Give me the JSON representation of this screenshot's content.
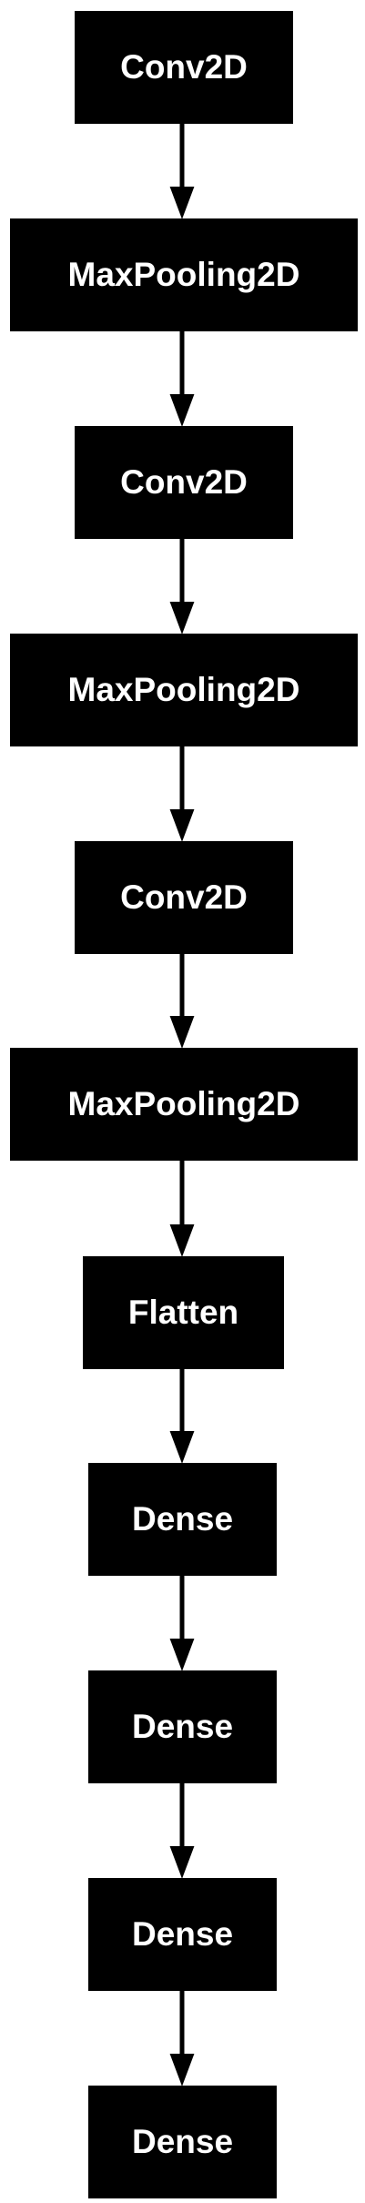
{
  "diagram": {
    "nodes": [
      {
        "id": "n1",
        "label": "Conv2D"
      },
      {
        "id": "n2",
        "label": "MaxPooling2D"
      },
      {
        "id": "n3",
        "label": "Conv2D"
      },
      {
        "id": "n4",
        "label": "MaxPooling2D"
      },
      {
        "id": "n5",
        "label": "Conv2D"
      },
      {
        "id": "n6",
        "label": "MaxPooling2D"
      },
      {
        "id": "n7",
        "label": "Flatten"
      },
      {
        "id": "n8",
        "label": "Dense"
      },
      {
        "id": "n9",
        "label": "Dense"
      },
      {
        "id": "n10",
        "label": "Dense"
      },
      {
        "id": "n11",
        "label": "Dense"
      }
    ],
    "edges": [
      {
        "from": "n1",
        "to": "n2"
      },
      {
        "from": "n2",
        "to": "n3"
      },
      {
        "from": "n3",
        "to": "n4"
      },
      {
        "from": "n4",
        "to": "n5"
      },
      {
        "from": "n5",
        "to": "n6"
      },
      {
        "from": "n6",
        "to": "n7"
      },
      {
        "from": "n7",
        "to": "n8"
      },
      {
        "from": "n8",
        "to": "n9"
      },
      {
        "from": "n9",
        "to": "n10"
      },
      {
        "from": "n10",
        "to": "n11"
      }
    ],
    "colors": {
      "node_fill": "#000000",
      "node_text": "#ffffff",
      "edge": "#000000"
    }
  }
}
